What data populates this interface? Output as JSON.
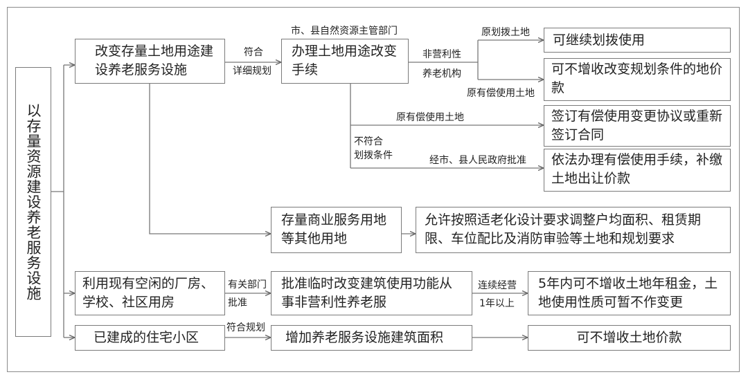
{
  "root": "以存量资源建设养老服务设施",
  "boxes": {
    "change_use": "改变存量土地用途建设养老服务设施",
    "procedure": "办理土地用途改变手续",
    "keep_allocated": "可继续划拨使用",
    "no_extra_fee": "可不增收改变规划条件的地价款",
    "sign_agreement": "签订有偿使用变更协议或重新签订合同",
    "paid_use": "依法办理有偿使用手续，补缴土地出让价款",
    "commercial_land": "存量商业服务用地等其他用地",
    "allow_adjust": "允许按照适老化设计要求调整户均面积、租赁期限、车位配比及消防审验等土地和规划要求",
    "idle_buildings": "利用现有空闲的厂房、学校、社区用房",
    "temp_change": "批准临时改变建筑使用功能从事非营利性养老服",
    "no_rent": "5年内可不增收土地年租金，土地使用性质可暂不作变更",
    "residential": "已建成的住宅小区",
    "add_area": "增加养老服务设施建筑面积",
    "no_land_fee": "可不增收土地价款"
  },
  "labels": {
    "authority": "市、县自然资源主管部门",
    "fit_plan_1": "符合",
    "fit_plan_2": "详细规划",
    "nonprofit_1": "非营利性",
    "nonprofit_2": "养老机构",
    "orig_allocated": "原划拨土地",
    "orig_paid_1": "原有偿使用土地",
    "orig_paid_2": "原有偿使用土地",
    "not_meet_1": "不符合",
    "not_meet_2": "划拨条件",
    "gov_approve": "经市、县人民政府批准",
    "dept_1": "有关部门",
    "dept_2": "批准",
    "continuous_1": "连续经营",
    "continuous_2": "1年以上",
    "fit_plan_3": "符合规划"
  }
}
